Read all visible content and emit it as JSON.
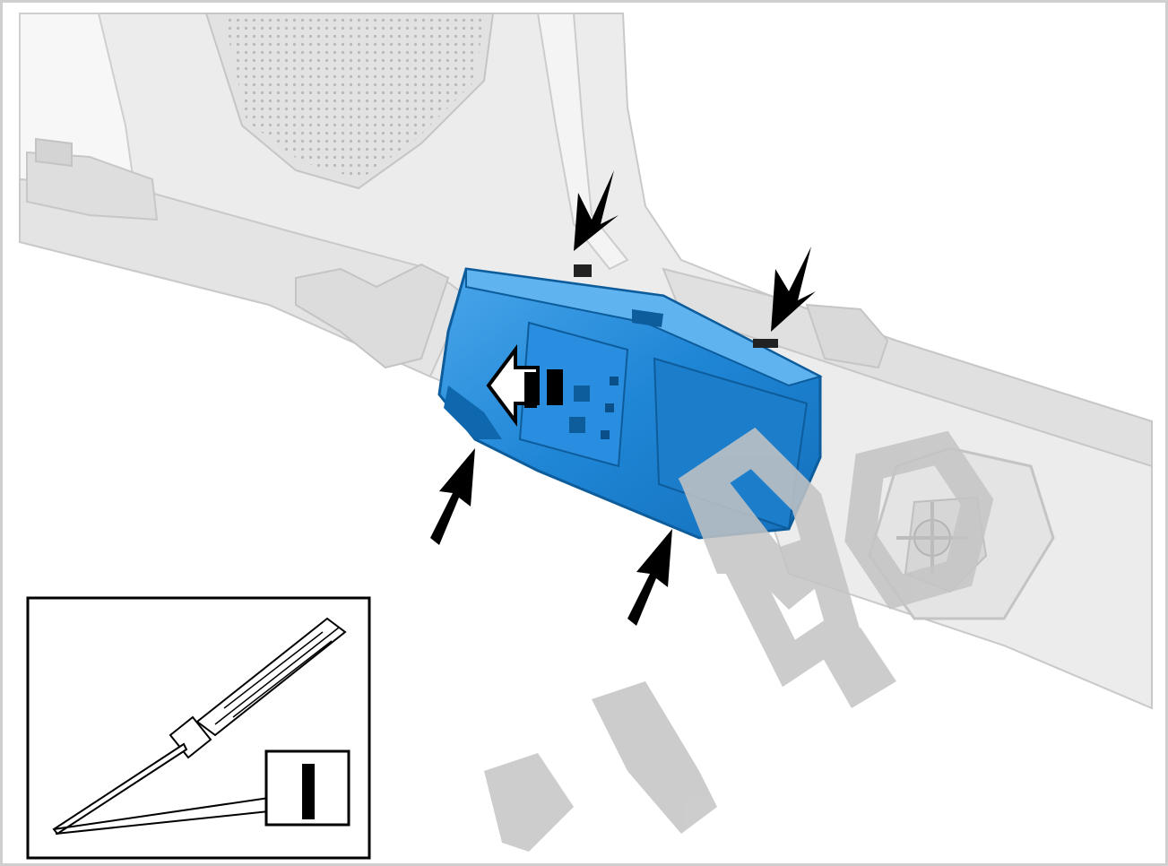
{
  "illustration": {
    "component": "blue-module",
    "tool": "screwdriver-icon",
    "tool_size_label": "I",
    "watermark": "Sample",
    "colors": {
      "module_blue": "#1f86d6",
      "module_blue_dark": "#0d5c9c",
      "panel_gray": "#e8e8e8",
      "panel_shade": "#d2d2d2",
      "outline": "#bdbdbd",
      "arrow": "#000000",
      "watermark": "#c4c4c4"
    }
  }
}
